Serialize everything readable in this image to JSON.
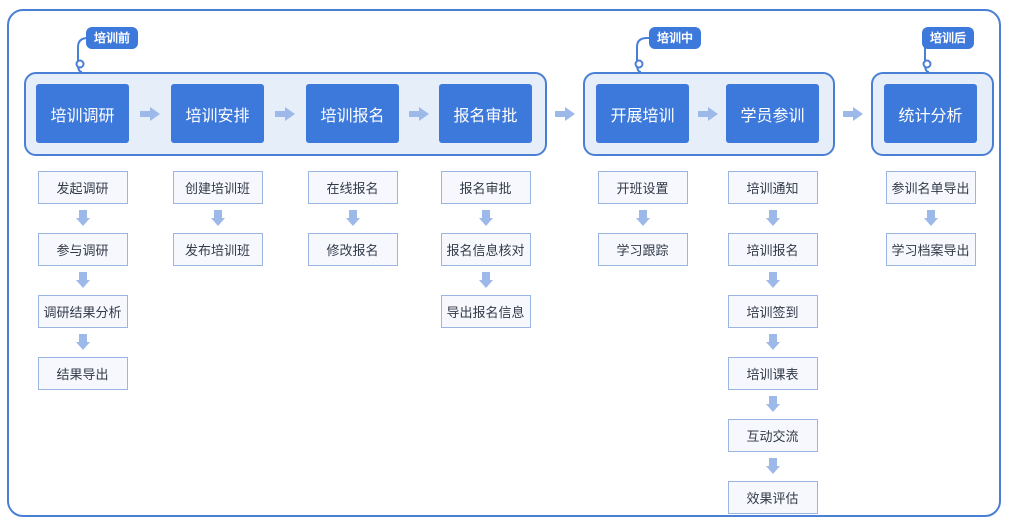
{
  "phases": [
    {
      "tag": "培训前",
      "stages": [
        {
          "label": "培训调研",
          "tasks": [
            "发起调研",
            "参与调研",
            "调研结果分析",
            "结果导出"
          ]
        },
        {
          "label": "培训安排",
          "tasks": [
            "创建培训班",
            "发布培训班"
          ]
        },
        {
          "label": "培训报名",
          "tasks": [
            "在线报名",
            "修改报名"
          ]
        },
        {
          "label": "报名审批",
          "tasks": [
            "报名审批",
            "报名信息核对",
            "导出报名信息"
          ]
        }
      ]
    },
    {
      "tag": "培训中",
      "stages": [
        {
          "label": "开展培训",
          "tasks": [
            "开班设置",
            "学习跟踪"
          ]
        },
        {
          "label": "学员参训",
          "tasks": [
            "培训通知",
            "培训报名",
            "培训签到",
            "培训课表",
            "互动交流",
            "效果评估"
          ]
        }
      ]
    },
    {
      "tag": "培训后",
      "stages": [
        {
          "label": "统计分析",
          "tasks": [
            "参训名单导出",
            "学习档案导出"
          ]
        }
      ]
    }
  ],
  "colors": {
    "stage_fill": "#3d78db",
    "group_fill": "#e6eefa",
    "border": "#4a7fd6",
    "task_fill": "#f6f8fd",
    "task_border": "#9ab5e2",
    "arrow": "#9cb9ea"
  }
}
